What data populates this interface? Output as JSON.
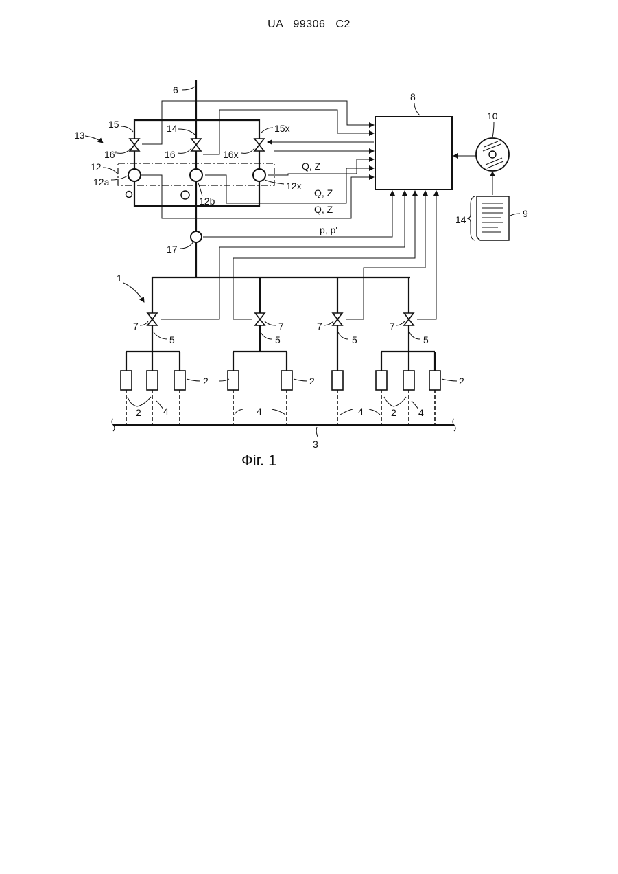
{
  "header": {
    "patent_number": "UA   99306   C2"
  },
  "figure": {
    "caption": "Фіг. 1",
    "labels": {
      "l1": "1",
      "l2": "2",
      "l3": "3",
      "l4": "4",
      "l5": "5",
      "l6": "6",
      "l7": "7",
      "l8": "8",
      "l9": "9",
      "l10": "10",
      "l12": "12",
      "l12a": "12a",
      "l12b": "12b",
      "l12x": "12x",
      "l13": "13",
      "l14": "14",
      "l15": "15",
      "l15x": "15x",
      "l16": "16",
      "l16p": "16'",
      "l16x": "16x",
      "l17": "17",
      "qz": "Q, Z",
      "pp": "p, p'"
    }
  }
}
